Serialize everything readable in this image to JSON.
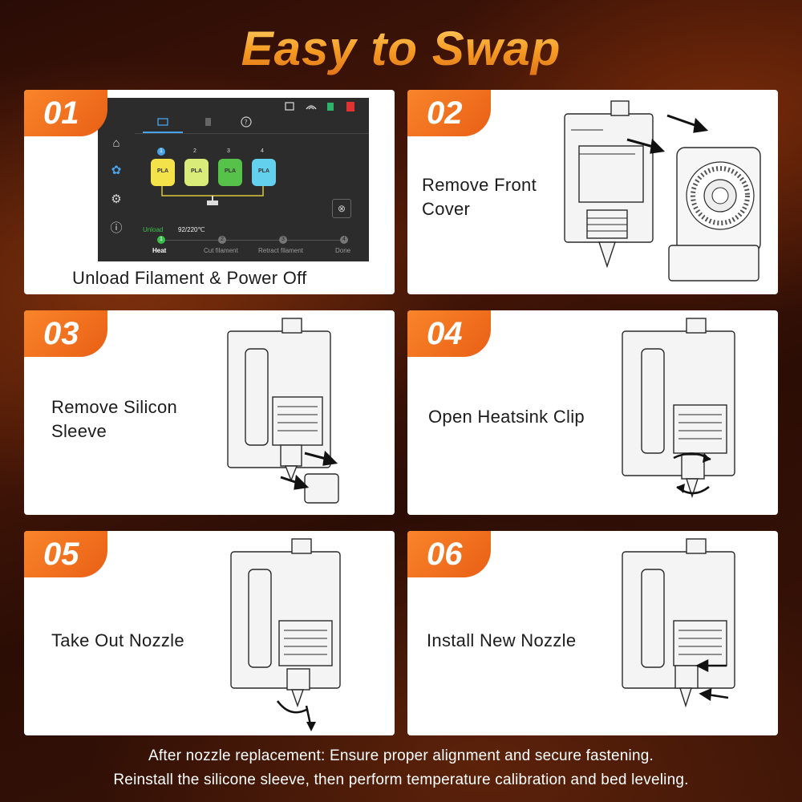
{
  "title": "Easy to Swap",
  "steps": [
    {
      "number": "01",
      "label": "Unload Filament & Power Off"
    },
    {
      "number": "02",
      "label_lines": [
        "Remove Front",
        "Cover"
      ]
    },
    {
      "number": "03",
      "label_lines": [
        "Remove Silicon",
        "Sleeve"
      ]
    },
    {
      "number": "04",
      "label": "Open Heatsink Clip"
    },
    {
      "number": "05",
      "label": "Take Out Nozzle"
    },
    {
      "number": "06",
      "label": "Install New Nozzle"
    }
  ],
  "screen": {
    "spools": [
      {
        "num": "1",
        "text": "PLA",
        "color": "#f3e24a"
      },
      {
        "num": "2",
        "text": "PLA",
        "color": "#d9ec7a"
      },
      {
        "num": "3",
        "text": "PLA",
        "color": "#57c24a"
      },
      {
        "num": "4",
        "text": "PLA",
        "color": "#63d0ee"
      }
    ],
    "unload_label": "Unload",
    "temperature": "92/220℃",
    "progress_steps": [
      {
        "num": "1",
        "label": "Heat"
      },
      {
        "num": "2",
        "label": "Cut filament"
      },
      {
        "num": "3",
        "label": "Retract filament"
      },
      {
        "num": "4",
        "label": "Done"
      }
    ],
    "accent": "#3bbf4c"
  },
  "footer": {
    "line1": "After nozzle replacement: Ensure proper alignment and secure fastening.",
    "line2": "Reinstall the silicone sleeve, then perform temperature calibration and bed leveling."
  },
  "colors": {
    "badge": "#f07a22",
    "title": "#f59a22"
  }
}
